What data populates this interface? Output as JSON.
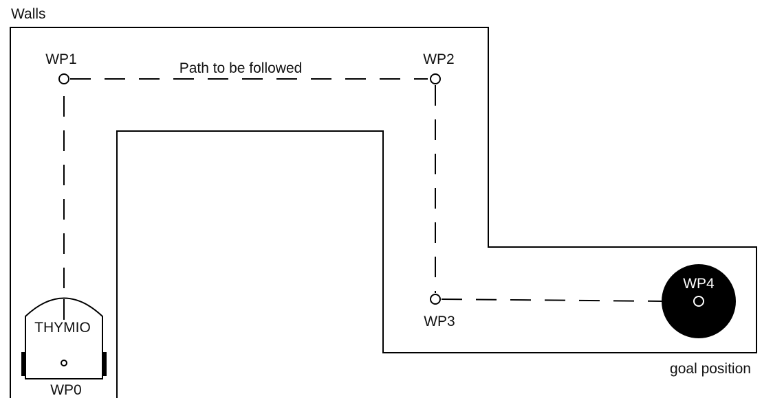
{
  "labels": {
    "walls": "Walls",
    "path": "Path to be followed",
    "goal": "goal position",
    "robot": "THYMIO"
  },
  "waypoints": {
    "wp0": "WP0",
    "wp1": "WP1",
    "wp2": "WP2",
    "wp3": "WP3",
    "wp4": "WP4"
  },
  "colors": {
    "line": "#000000",
    "goal_fill": "#000000",
    "background": "#ffffff"
  }
}
